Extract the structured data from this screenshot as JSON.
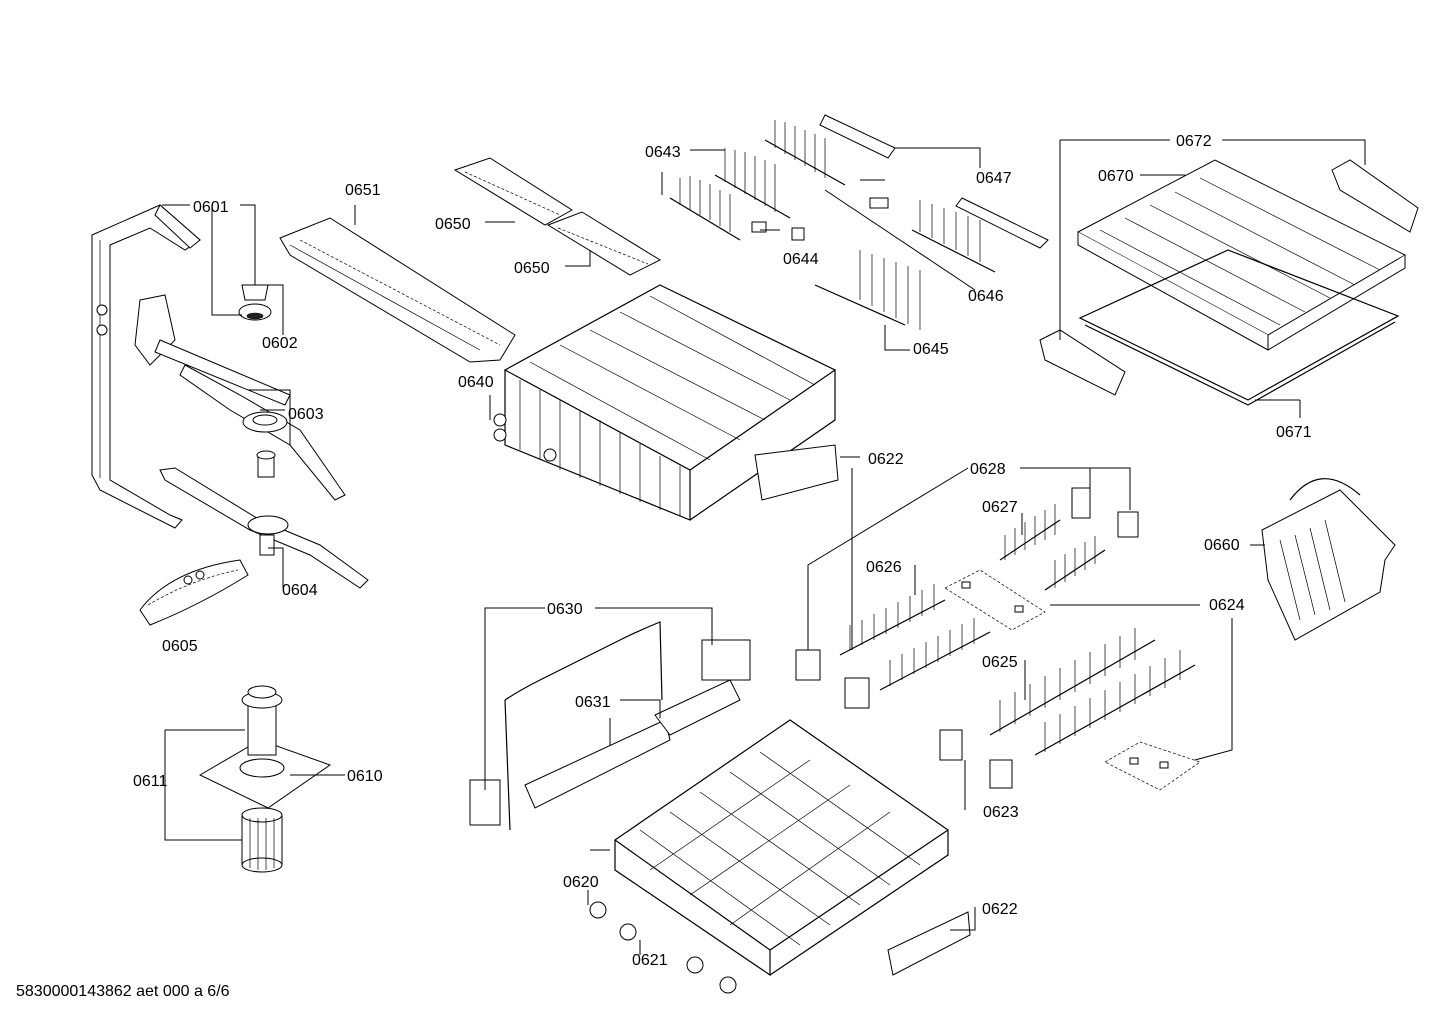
{
  "labels": {
    "p0601": "0601",
    "p0602": "0602",
    "p0603": "0603",
    "p0604": "0604",
    "p0605": "0605",
    "p0610": "0610",
    "p0611": "0611",
    "p0620": "0620",
    "p0621": "0621",
    "p0622a": "0622",
    "p0622b": "0622",
    "p0623": "0623",
    "p0624": "0624",
    "p0625": "0625",
    "p0626": "0626",
    "p0627": "0627",
    "p0628": "0628",
    "p0630": "0630",
    "p0631": "0631",
    "p0640": "0640",
    "p0643": "0643",
    "p0644": "0644",
    "p0645": "0645",
    "p0646": "0646",
    "p0647": "0647",
    "p0650a": "0650",
    "p0650b": "0650",
    "p0651": "0651",
    "p0660": "0660",
    "p0670": "0670",
    "p0671": "0671",
    "p0672": "0672"
  },
  "document_id": "5830000143862 aet 000 a 6/6"
}
